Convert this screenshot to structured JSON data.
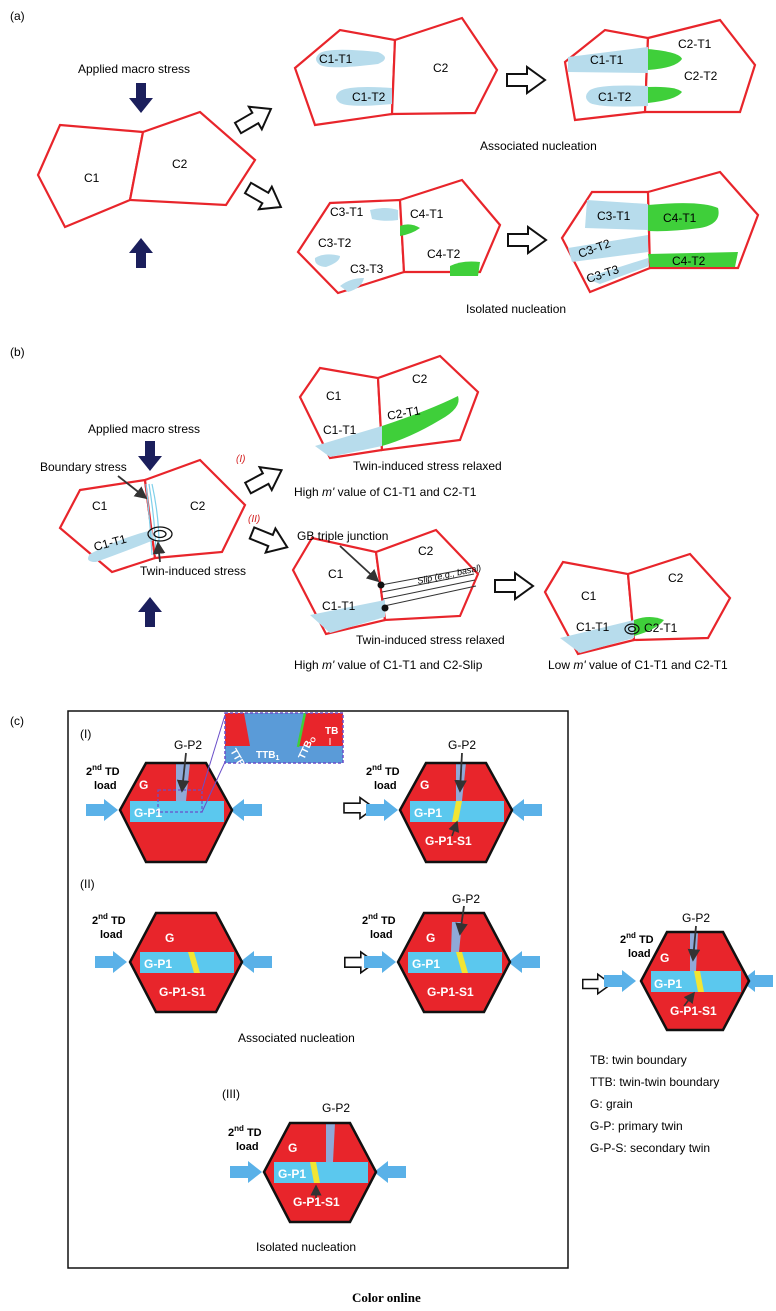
{
  "panel_a": {
    "tag": "(a)",
    "applied_stress": "Applied macro stress",
    "c1": "C1",
    "c2": "C2",
    "c1t1": "C1-T1",
    "c1t2": "C1-T2",
    "c2t1": "C2-T1",
    "c2t2": "C2-T2",
    "associated": "Associated nucleation",
    "c3t1": "C3-T1",
    "c3t2": "C3-T2",
    "c3t3": "C3-T3",
    "c4t1": "C4-T1",
    "c4t2": "C4-T2",
    "isolated": "Isolated nucleation"
  },
  "panel_b": {
    "tag": "(b)",
    "applied_stress": "Applied macro stress",
    "boundary_stress": "Boundary stress",
    "twin_stress": "Twin-induced stress",
    "c1": "C1",
    "c2": "C2",
    "c1t1": "C1-T1",
    "c2t1": "C2-T1",
    "route_1": "(I)",
    "route_2": "(II)",
    "relaxed": "Twin-induced stress relaxed",
    "high_m_pre": "High ",
    "m_prime": "m'",
    "high_m_t1_post": " value of C1-T1  and C2-T1",
    "high_m_slip_post": " value of C1-T1  and C2-Slip",
    "low_m_pre": "Low ",
    "low_m_post": " value of C1-T1  and C2-T1",
    "gb_triple": "GB triple junction",
    "slip": "Slip (e.g., basal)"
  },
  "panel_c": {
    "tag": "(c)",
    "row_1": "(I)",
    "row_2": "(II)",
    "row_3": "(III)",
    "td_sup": "nd",
    "td_pre": "2",
    "td_post": " TD",
    "load": "load",
    "g": "G",
    "gp1": "G-P1",
    "gp2": "G-P2",
    "gp1s1": "G-P1-S1",
    "tb": "TB",
    "ttb": "TTB",
    "ttb_a": "TTB",
    "ttb_a_sub": "A",
    "ttb_1_sub": "1",
    "ttb_o_sub": "O",
    "associated": "Associated nucleation",
    "isolated": "Isolated nucleation",
    "legend": [
      "TB: twin boundary",
      "TTB: twin-twin boundary",
      "G: grain",
      "G-P: primary twin",
      "G-P-S: secondary twin"
    ]
  },
  "footer": "Color online",
  "colors": {
    "grain_edge": "#e8252b",
    "twin_blue": "#b7dcec",
    "twin_green": "#3fcf3a",
    "arrow_navy": "#1b1f5c",
    "load_arrow": "#5ab1e8",
    "hex_red": "#e8252b",
    "hex_blue": "#5bc8ee"
  }
}
